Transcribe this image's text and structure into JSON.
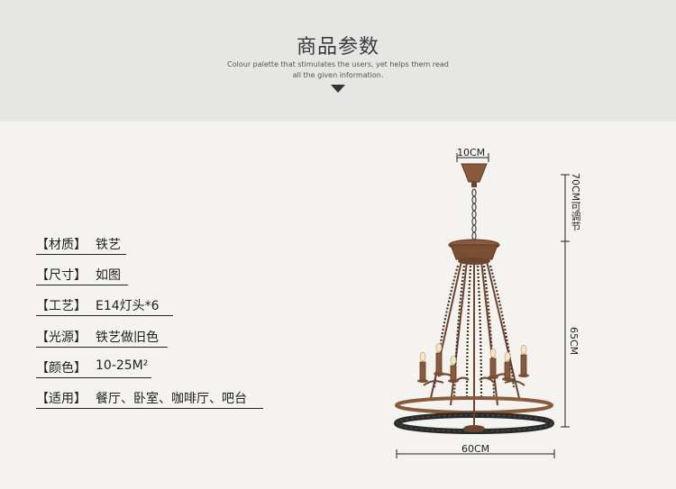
{
  "header": {
    "title": "商品参数",
    "subtitle_line1": "Colour palette that stimulates the users, yet helps them read",
    "subtitle_line2": "all the given information."
  },
  "specs": [
    {
      "label": "【材质】",
      "value": "铁艺"
    },
    {
      "label": "【尺寸】",
      "value": "如图"
    },
    {
      "label": "【工艺】",
      "value": "E14灯头*6"
    },
    {
      "label": "【光源】",
      "value": "铁艺做旧色"
    },
    {
      "label": "【颜色】",
      "value": "10-25M²"
    },
    {
      "label": "【适用】",
      "value": "餐厅、卧室、咖啡厅、吧台"
    }
  ],
  "dimensions": {
    "top_width": "10CM",
    "chain": "70CM可调节",
    "height": "65CM",
    "width": "60CM"
  },
  "colors": {
    "header_bg": "#e6e6e4",
    "body_bg": "#f4f3f0",
    "rust": "#8a5a3c",
    "black_ring": "#2a2a2a"
  }
}
